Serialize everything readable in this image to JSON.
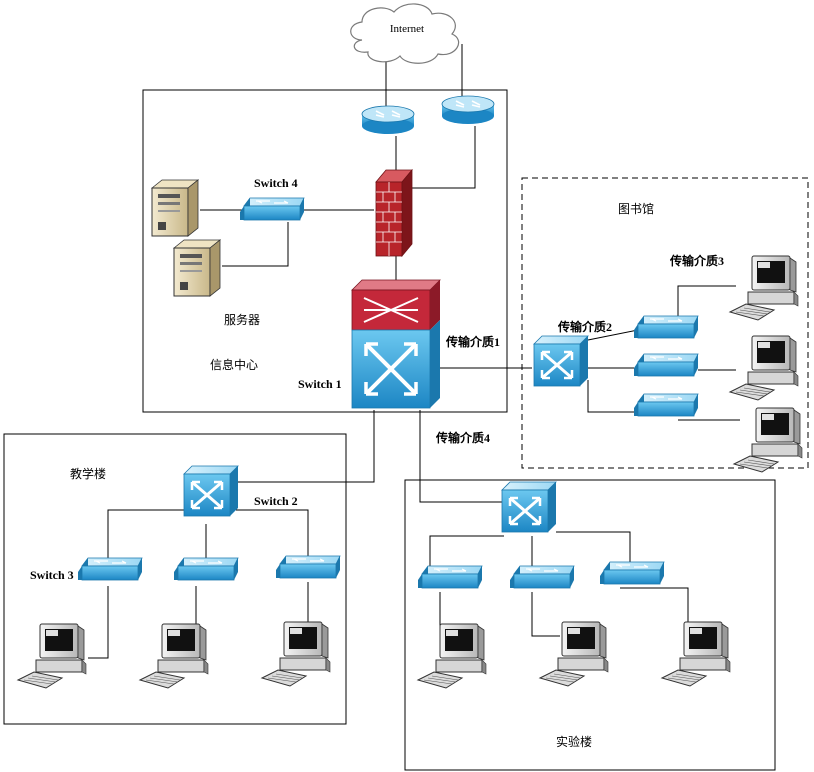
{
  "cloud": {
    "label": "Internet"
  },
  "zones": {
    "info_center": {
      "label": "信息中心"
    },
    "library": {
      "label": "图书馆"
    },
    "teaching_building": {
      "label": "教学楼"
    },
    "lab_building": {
      "label": "实验楼"
    }
  },
  "devices": {
    "servers_label": "服务器",
    "switch1_label": "Switch 1",
    "switch2_label": "Switch 2",
    "switch3_label": "Switch 3",
    "switch4_label": "Switch 4"
  },
  "links": {
    "medium1_label": "传输介质1",
    "medium2_label": "传输介质2",
    "medium3_label": "传输介质3",
    "medium4_label": "传输介质4"
  },
  "colors": {
    "device_blue": "#2a9fd8",
    "device_blue_light": "#bfe6f8",
    "device_blue_dark": "#1b78ad",
    "firewall_red": "#b8242a",
    "core_red": "#c4283a",
    "line": "#000000"
  }
}
